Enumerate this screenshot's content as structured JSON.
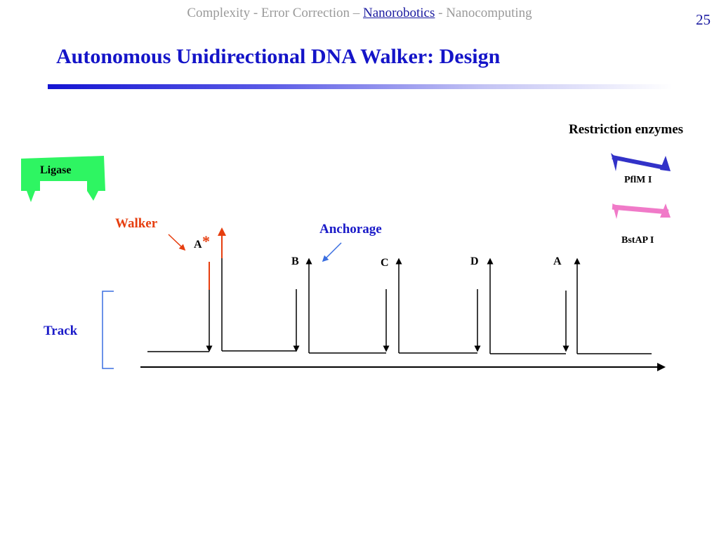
{
  "header": {
    "part1": "Complexity - Error Correction – ",
    "active": "Nanorobotics",
    "part3": " - Nanocomputing"
  },
  "page_number": "25",
  "title": "Autonomous Unidirectional DNA Walker: Design",
  "diagram": {
    "ligase": "Ligase",
    "restriction_enzymes": "Restriction enzymes",
    "enzyme1": "PflM I",
    "enzyme2": "BstAP I",
    "walker": "Walker",
    "walker_marker": "A",
    "walker_star": "*",
    "anchorage": "Anchorage",
    "track": "Track",
    "site_b": "B",
    "site_c": "C",
    "site_d": "D",
    "site_a": "A"
  },
  "colors": {
    "title": "#1414c8",
    "walker": "#e63e0f",
    "anchorage": "#1a1ac8",
    "ligase": "#2ef562",
    "pflm": "#3232c8",
    "bstap": "#f07ac8"
  }
}
